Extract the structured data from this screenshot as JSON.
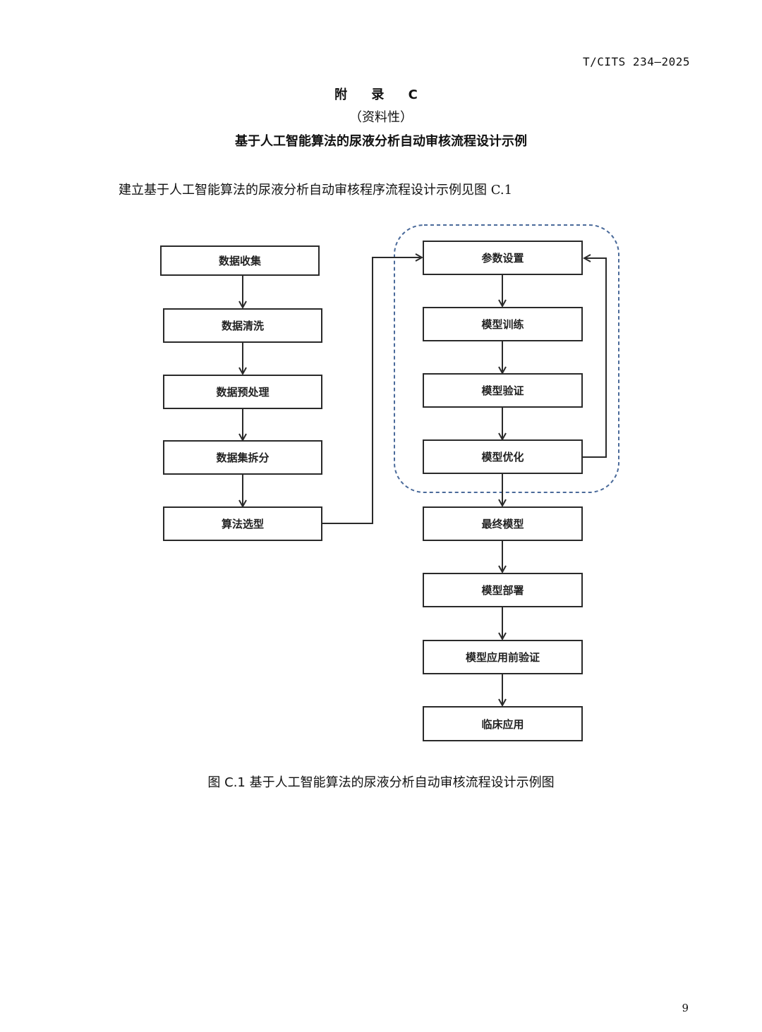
{
  "header": {
    "doc_code": "T/CITS 234—2025"
  },
  "appendix": {
    "title": "附 录 C",
    "type": "（资料性）",
    "heading": "基于人工智能算法的尿液分析自动审核流程设计示例"
  },
  "body": {
    "intro": "建立基于人工智能算法的尿液分析自动审核程序流程设计示例见图 C.1"
  },
  "flowchart": {
    "left_column": [
      "数据收集",
      "数据清洗",
      "数据预处理",
      "数据集拆分",
      "算法选型"
    ],
    "loop_group": [
      "参数设置",
      "模型训练",
      "模型验证",
      "模型优化"
    ],
    "right_column_after": [
      "最终模型",
      "模型部署",
      "模型应用前验证",
      "临床应用"
    ],
    "colors": {
      "line": "#2a2a2a",
      "loop_border": "#4a6a9a"
    }
  },
  "figure": {
    "caption": "图 C.1   基于人工智能算法的尿液分析自动审核流程设计示例图"
  },
  "footer": {
    "page_number": "9"
  }
}
